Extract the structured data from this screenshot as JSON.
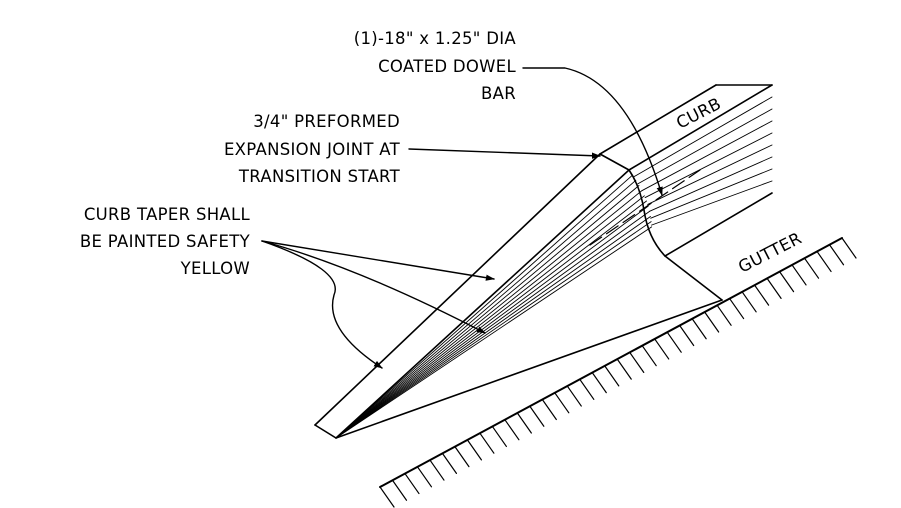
{
  "diagram": {
    "labels": {
      "curb": "CURB",
      "gutter": "GUTTER"
    },
    "notes": {
      "dowel": [
        "(1)-18\" x 1.25\" DIA",
        "COATED DOWEL",
        "BAR"
      ],
      "expansion": [
        "3/4\" PREFORMED",
        "EXPANSION JOINT AT",
        "TRANSITION START"
      ],
      "taper": [
        "CURB TAPER SHALL",
        "BE PAINTED SAFETY",
        "YELLOW"
      ]
    }
  }
}
